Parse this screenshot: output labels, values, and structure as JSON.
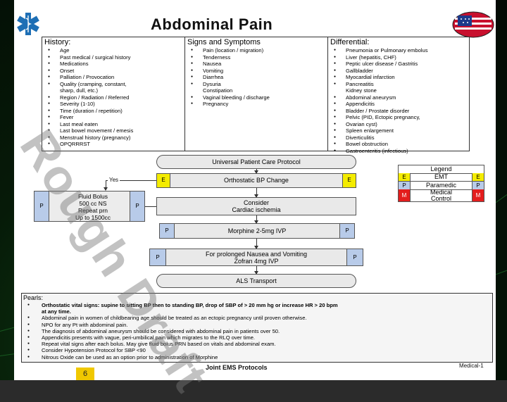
{
  "title": "Abdominal Pain",
  "history": {
    "heading": "History:",
    "items": [
      "Age",
      "Past medical / surgical history",
      "Medications",
      "Onset",
      "Palliation / Provocation",
      "Quality (cramping, constant,",
      "sharp, dull, etc.)",
      "Region / Radiation / Referred",
      "Severity (1-10)",
      "Time (duration / repetition)",
      "Fever",
      "Last meal eaten",
      "Last bowel movement / emesis",
      "Menstrual history (pregnancy)",
      "OPQRRRST"
    ]
  },
  "signs": {
    "heading": "Signs and Symptoms",
    "items": [
      "Pain (location / migration)",
      "Tenderness",
      "Nausea",
      "Vomiting",
      "Diarrhea",
      "Dysuria",
      "Constipation",
      "Vaginal bleeding / discharge",
      "Pregnancy"
    ]
  },
  "differential": {
    "heading": "Differential:",
    "items": [
      "Pneumonia or Pulmonary embolus",
      "Liver (hepatitis, CHF)",
      "Peptic ulcer disease / Gastritis",
      "Gallbladder",
      "Myocardial infarction",
      "Pancreatitis",
      "Kidney stone",
      "Abdominal aneurysm",
      "Appendicitis",
      "Bladder / Prostate disorder",
      "Pelvic (PID, Ectopic pregnancy,",
      "Ovarian cyst)",
      "Spleen enlargement",
      "Diverticulitis",
      "Bowel obstruction",
      "Gastroenteritis (infectious)"
    ]
  },
  "flow": {
    "universal": "Universal Patient Care Protocol",
    "orthostatic": "Orthostatic BP Change",
    "yes": "Yes",
    "fluid": [
      "Fluid Bolus",
      "500 cc NS",
      "Repeat prn",
      "Up to 1500cc"
    ],
    "consider": [
      "Consider",
      "Cardiac ischemia"
    ],
    "morphine": "Morphine 2-5mg IVP",
    "nausea": [
      "For prolonged Nausea and Vomiting",
      "Zofran 4mg IVP"
    ],
    "als": "ALS Transport",
    "badge_e": "E",
    "badge_p": "P"
  },
  "legend": {
    "heading": "Legend",
    "rows": [
      {
        "code": "E",
        "label": "EMT",
        "color": "#f4ec00"
      },
      {
        "code": "P",
        "label": "Paramedic",
        "color": "#b8cbe9"
      },
      {
        "code": "M",
        "label": "Medical Control",
        "color": "#e31d1d"
      }
    ],
    "medical_label": [
      "Medical",
      "Control"
    ]
  },
  "pearls": {
    "heading": "Pearls:",
    "bold_first": "Orthostatic vital signs: supine to sitting BP then to standing BP, drop of SBP of > 20 mm hg or increase HR > 20 bpm",
    "bold_first_cont": "at any time.",
    "items": [
      "Abdominal pain in women of childbearing age should be treated as an ectopic pregnancy until proven otherwise.",
      "NPO for any Pt with abdominal pain.",
      "The diagnosis of abdominal aneurysm should be considered with abdominal pain in patients over 50.",
      "Appendicitis presents with vague, peri-umbilical pain which migrates to the RLQ over time.",
      "Repeat vital signs after each bolus. May give fluid bolus PRN based on vitals and abdominal exam.",
      "Consider Hypotension Protocol for SBP <90",
      "Nitrous Oxide can be used as an option prior to administration of Morphine"
    ]
  },
  "footer": {
    "center": "Joint EMS Protocols",
    "right": "Medical-1"
  },
  "watermark": "Rough Draft",
  "page_number": "6"
}
